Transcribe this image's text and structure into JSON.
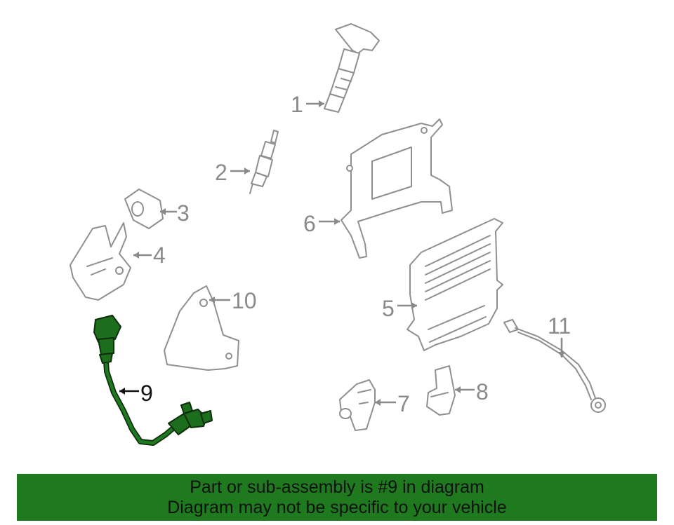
{
  "callouts": [
    {
      "id": "1",
      "label": "1"
    },
    {
      "id": "2",
      "label": "2"
    },
    {
      "id": "3",
      "label": "3"
    },
    {
      "id": "4",
      "label": "4"
    },
    {
      "id": "5",
      "label": "5"
    },
    {
      "id": "6",
      "label": "6"
    },
    {
      "id": "7",
      "label": "7"
    },
    {
      "id": "8",
      "label": "8"
    },
    {
      "id": "9",
      "label": "9"
    },
    {
      "id": "10",
      "label": "10"
    },
    {
      "id": "11",
      "label": "11"
    }
  ],
  "highlighted_part": "9",
  "colors": {
    "highlight": "#1f7a1f",
    "banner_background": "#1f7a1f",
    "line_gray": "#8f8f8f"
  },
  "banner": {
    "line1": "Part or sub-assembly is #9 in diagram",
    "line2": "Diagram may not be specific to your vehicle"
  }
}
